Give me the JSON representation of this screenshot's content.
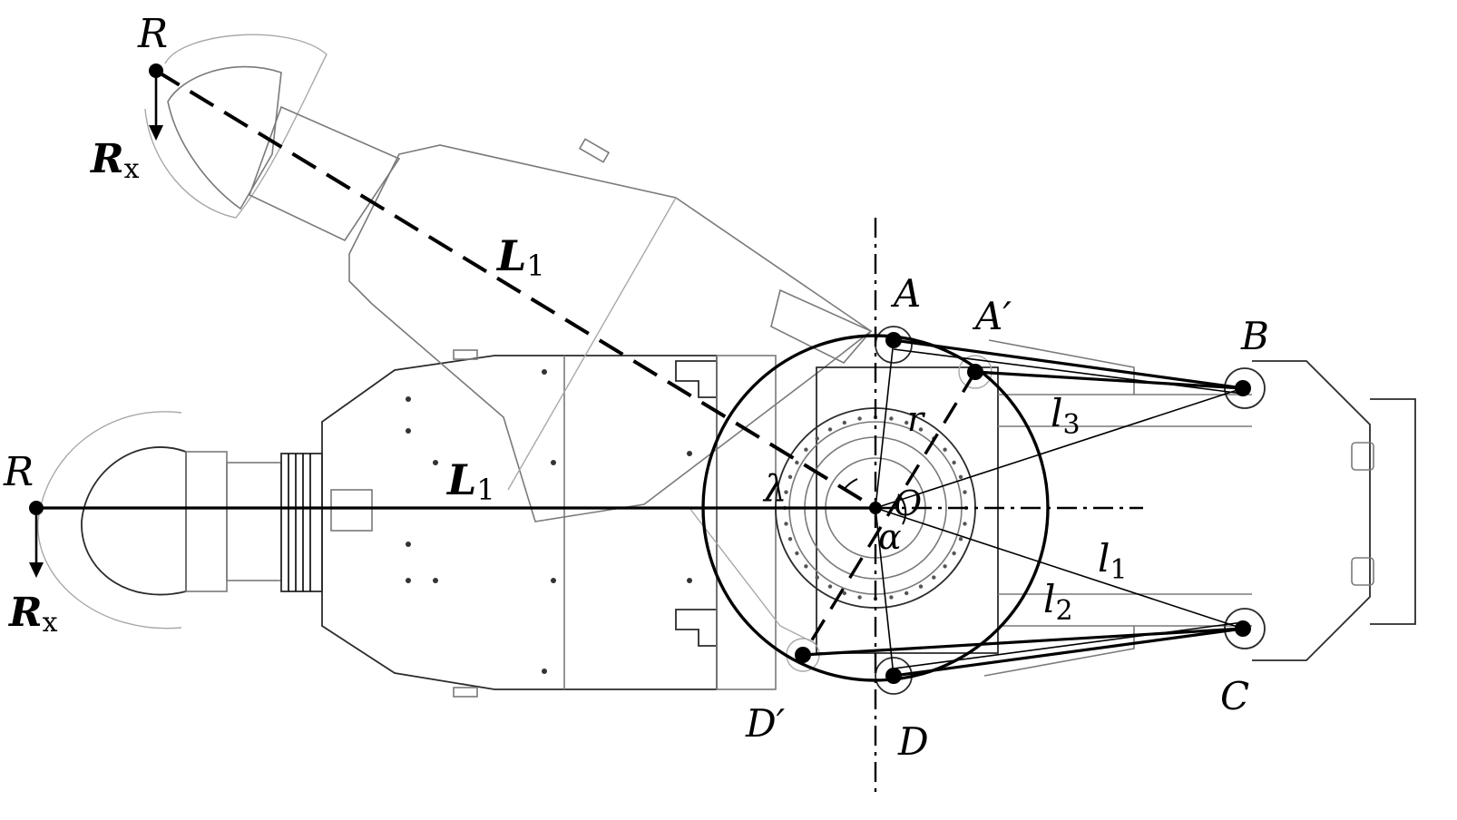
{
  "labels": {
    "R_top": "R",
    "Rx_top_main": "R",
    "Rx_top_sub": "x",
    "L1_top_main": "L",
    "L1_top_sub": "1",
    "R_left": "R",
    "Rx_left_main": "R",
    "Rx_left_sub": "x",
    "L1_left_main": "L",
    "L1_left_sub": "1",
    "A": "A",
    "A_prime": "A′",
    "B": "B",
    "C": "C",
    "D": "D",
    "D_prime": "D′",
    "l1_main": "l",
    "l1_sub": "1",
    "l2_main": "l",
    "l2_sub": "2",
    "l3_main": "l",
    "l3_sub": "3",
    "O": "O",
    "alpha": "α",
    "lambda": "λ",
    "r": "r"
  },
  "colors": {
    "link": "#000000",
    "machine_outline": "#7a7a7a",
    "machine_light": "#a8a8a8"
  }
}
